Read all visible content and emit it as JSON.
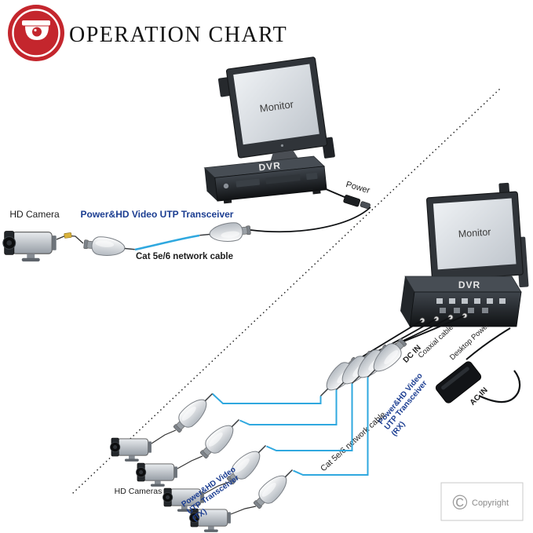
{
  "header": {
    "title": "OPERATION CHART"
  },
  "top": {
    "monitor": "Monitor",
    "dvr": "DVR",
    "power": "Power",
    "hd_camera": "HD Camera",
    "transceiver": "Power&HD Video UTP Transceiver",
    "cable": "Cat 5e/6 network cable"
  },
  "bottom": {
    "monitor": "Monitor",
    "dvr": "DVR",
    "dc_in": "DC IN",
    "coaxial": "Coaxial cable",
    "desktop_power": "Desktop Power",
    "ac_in": "AC IN",
    "rx_line1": "Power&HD Video",
    "rx_line2": "UTP Transceiver",
    "rx_line3": "(RX)",
    "cable": "Cat 5e/6 network cable",
    "hd_cameras": "HD Cameras",
    "tx_line1": "Power&HD Video",
    "tx_line2": "UTP Transceiver",
    "tx_line3": "(TX)"
  },
  "footer": {
    "symbol": "©",
    "copyright": "Copyright"
  },
  "colors": {
    "logo_red": "#c4262d",
    "label_blue": "#1b3d91",
    "cable_blue": "#2fa8df"
  }
}
